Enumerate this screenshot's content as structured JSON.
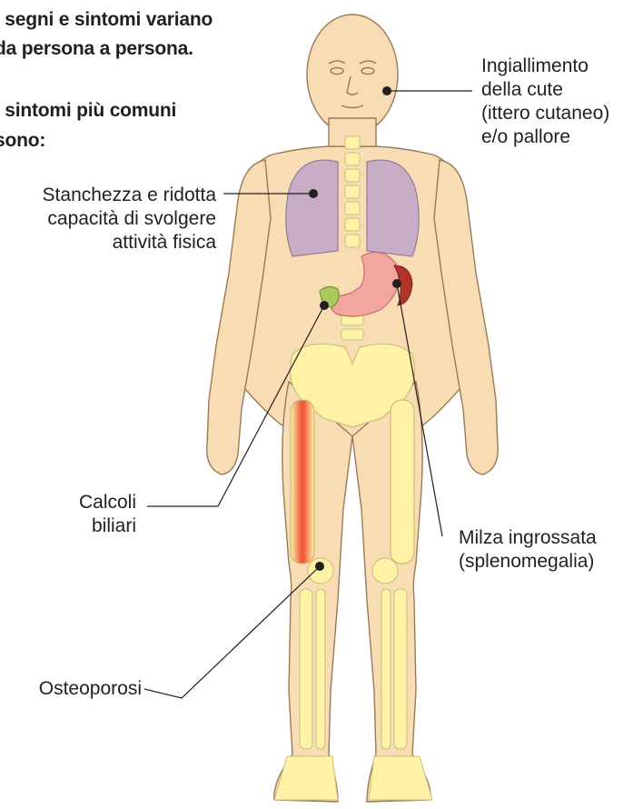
{
  "intro": {
    "line1": "I segni e sintomi variano",
    "line2": "da persona a persona.",
    "line3": "I sintomi più comuni",
    "line4": "sono:"
  },
  "labels": {
    "jaundice": [
      "Ingiallimento",
      "della cute",
      "(ittero cutaneo)",
      "e/o pallore"
    ],
    "fatigue": [
      "Stanchezza e ridotta",
      "capacità di svolgere",
      "attività fisica"
    ],
    "gallstones": [
      "Calcoli",
      "biliari"
    ],
    "spleen": [
      "Milza ingrossata",
      "(splenomegalia)"
    ],
    "osteoporosis": [
      "Osteoporosi"
    ]
  },
  "colors": {
    "skin": "#f7dcb4",
    "skin_outline": "#9b7a57",
    "lungs": "#c4a9c9",
    "bone": "#fdf2a6",
    "stomach": "#f2a6a0",
    "spleen": "#c0392b",
    "gallbladder": "#a9c95b",
    "bone_highlight": "#e8412a"
  }
}
